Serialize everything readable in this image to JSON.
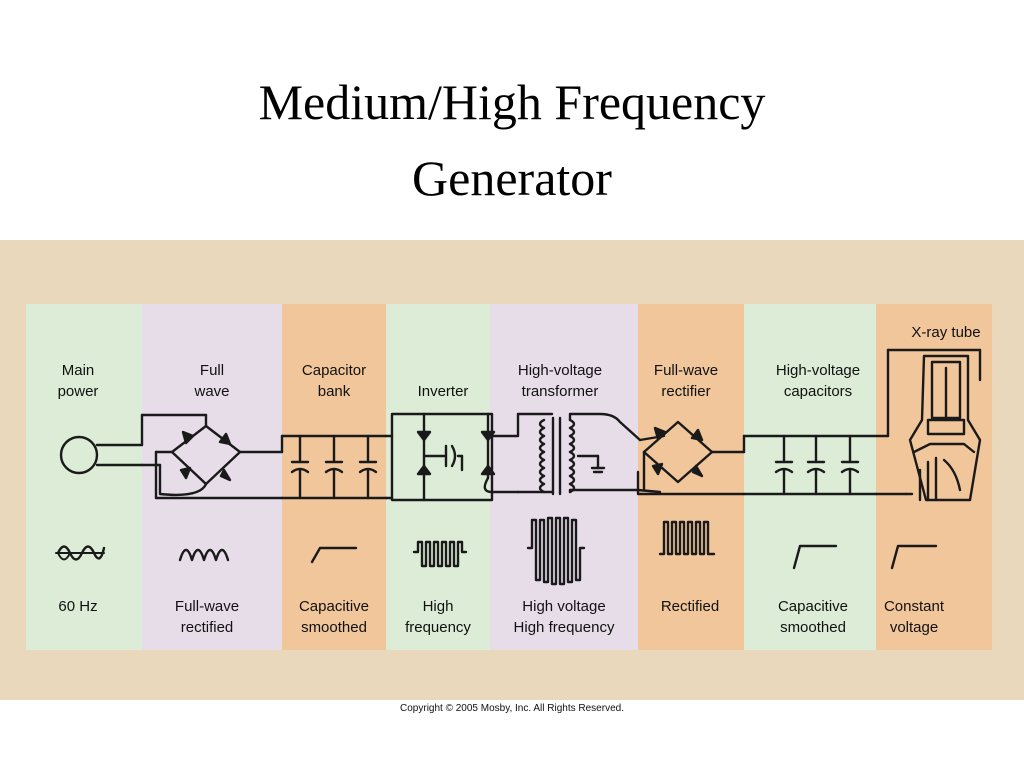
{
  "slide": {
    "title_line1": "Medium/High Frequency",
    "title_line2": "Generator"
  },
  "stages": [
    {
      "id": "main-power",
      "label": "Main\npower",
      "output": "60  Hz",
      "color": "#ddecd6"
    },
    {
      "id": "full-wave",
      "label": "Full\nwave",
      "output": "Full-wave\nrectified",
      "color": "#e7dde9"
    },
    {
      "id": "capacitor-bank",
      "label": "Capacitor\nbank",
      "output": "Capacitive\nsmoothed",
      "color": "#f1c69b"
    },
    {
      "id": "inverter",
      "label": "Inverter",
      "output": "High\nfrequency",
      "color": "#ddecd6"
    },
    {
      "id": "hv-transformer",
      "label": "High-voltage\ntransformer",
      "output": "High  voltage\nHigh  frequency",
      "color": "#e7dde9"
    },
    {
      "id": "fw-rectifier",
      "label": "Full-wave\nrectifier",
      "output": "Rectified",
      "color": "#f1c69b"
    },
    {
      "id": "hv-capacitors",
      "label": "High-voltage\ncapacitors",
      "output": "Capacitive\nsmoothed",
      "color": "#ddecd6"
    },
    {
      "id": "xray-tube",
      "label": "X-ray  tube",
      "output": "Constant\nvoltage",
      "color": "#f1c69b"
    }
  ],
  "copyright": "Copyright © 2005 Mosby, Inc. All Rights Reserved."
}
